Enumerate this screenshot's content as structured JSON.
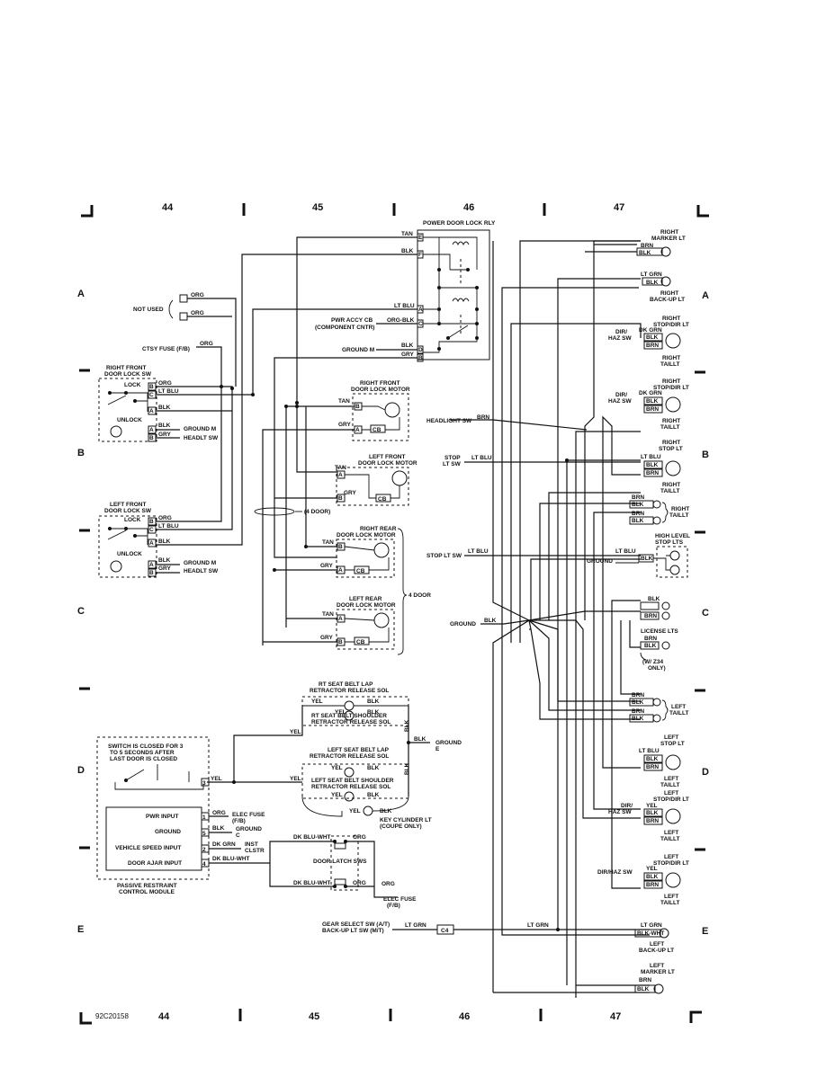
{
  "grid": {
    "top": [
      "44",
      "45",
      "46",
      "47"
    ],
    "bottom": [
      "44",
      "45",
      "46",
      "47"
    ],
    "rows": [
      "A",
      "B",
      "C",
      "D",
      "E"
    ],
    "figure_id": "92C20158"
  },
  "components": {
    "power_door_lock_rly": "POWER DOOR LOCK RLY",
    "not_used": "NOT USED",
    "ctsy_fuse": "CTSY FUSE (F/B)",
    "rf_door_lock_sw": [
      "RIGHT FRONT",
      "DOOR LOCK SW"
    ],
    "lf_door_lock_sw": [
      "LEFT FRONT",
      "DOOR LOCK SW"
    ],
    "lock": "LOCK",
    "unlock": "UNLOCK",
    "ground_m": "GROUND M",
    "headlt_sw": "HEADLT SW",
    "pwr_accy_cb": [
      "PWR ACCY CB",
      "(COMPONENT CNTR)"
    ],
    "rf_motor": [
      "RIGHT FRONT",
      "DOOR LOCK MOTOR"
    ],
    "lf_motor": [
      "LEFT FRONT",
      "DOOR LOCK MOTOR"
    ],
    "rr_motor": [
      "RIGHT REAR",
      "DOOR LOCK MOTOR"
    ],
    "lr_motor": [
      "LEFT REAR",
      "DOOR LOCK MOTOR"
    ],
    "four_door_paren": "(4 DOOR)",
    "four_door": "4 DOOR",
    "cb": "CB",
    "rt_lap": [
      "RT SEAT BELT LAP",
      "RETRACTOR RELEASE SOL"
    ],
    "rt_shoulder": [
      "RT SEAT BELT SHOULDER",
      "RETRACTOR RELEASE SOL"
    ],
    "lt_lap": [
      "LEFT SEAT BELT LAP",
      "RETRACTOR RELEASE SOL"
    ],
    "lt_shoulder": [
      "LEFT SEAT BELT SHOULDER",
      "RETRACTOR RELEASE SOL"
    ],
    "ground_e": [
      "GROUND",
      "E"
    ],
    "key_cyl": [
      "KEY CYLINDER LT",
      "(COUPE ONLY)"
    ],
    "switch_note": [
      "SWITCH IS CLOSED FOR 3",
      "TO 5 SECONDS AFTER",
      "LAST DOOR IS CLOSED"
    ],
    "prcm_rows": [
      "PWR INPUT",
      "GROUND",
      "VEHICLE SPEED INPUT",
      "DOOR AJAR INPUT"
    ],
    "prcm_title": [
      "PASSIVE RESTRAINT",
      "CONTROL MODULE"
    ],
    "elec_fuse": [
      "ELEC FUSE",
      "(F/B)"
    ],
    "ground_c": [
      "GROUND",
      "C"
    ],
    "inst_clstr": [
      "INST",
      "CLSTR"
    ],
    "door_latch_sws": "DOOR LATCH SWS",
    "gear_select": [
      "GEAR SELECT SW (A/T)",
      "BACK-UP LT SW (M/T)"
    ],
    "c4": "C4",
    "headlight_sw": "HEADLIGHT SW",
    "stop_lt_sw": [
      "STOP",
      "LT SW"
    ],
    "stop_lt_sw_single": "STOP LT SW",
    "ground": "GROUND",
    "dir_haz_sw": [
      "DIR/",
      "HAZ SW"
    ],
    "dir_haz_sw_single": "DIR/HAZ SW",
    "right_marker": [
      "RIGHT",
      "MARKER LT"
    ],
    "right_backup": [
      "RIGHT",
      "BACK-UP LT"
    ],
    "right_stop_dir": [
      "RIGHT",
      "STOP/DIR LT"
    ],
    "right_taillt": [
      "RIGHT",
      "TAILLT"
    ],
    "right_stop": [
      "RIGHT",
      "STOP LT"
    ],
    "high_level": [
      "HIGH LEVEL",
      "STOP LTS"
    ],
    "license_lts": "LICENSE LTS",
    "w_z34": [
      "(W/ Z34",
      "ONLY)"
    ],
    "left_taillt": [
      "LEFT",
      "TAILLT"
    ],
    "left_stop": [
      "LEFT",
      "STOP LT"
    ],
    "left_stop_dir": [
      "LEFT",
      "STOP/DIR LT"
    ],
    "left_backup": [
      "LEFT",
      "BACK-UP LT"
    ],
    "left_marker": [
      "LEFT",
      "MARKER LT"
    ]
  },
  "wires": {
    "tan": "TAN",
    "blk": "BLK",
    "org": "ORG",
    "lt_blu": "LT BLU",
    "org_blk": "ORG-BLK",
    "gry": "GRY",
    "yel": "YEL",
    "brn": "BRN",
    "lt_grn": "LT GRN",
    "dk_grn": "DK GRN",
    "dk_blu_wht": "DK BLU-WHT",
    "blk_wht": "BLK-WHT"
  },
  "pins": {
    "relay": [
      "E",
      "F",
      "A",
      "C",
      "D",
      "B"
    ],
    "sw": [
      "B",
      "C",
      "A",
      "A",
      "B"
    ],
    "sw_lf": [
      "B",
      "C",
      "A",
      "A",
      "B"
    ],
    "motor": [
      "B",
      "A"
    ],
    "prcm": [
      "3",
      "1",
      "5",
      "2",
      "4"
    ]
  }
}
